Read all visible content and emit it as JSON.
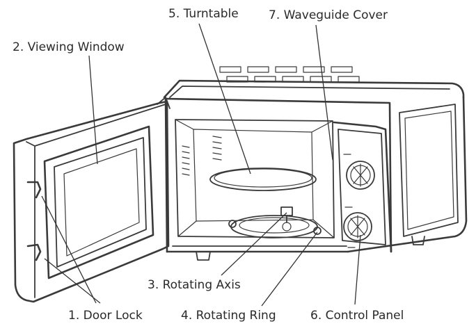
{
  "labels": {
    "door_lock": "1. Door Lock",
    "viewing_window": "2. Viewing Window",
    "rotating_axis": "3. Rotating Axis",
    "rotating_ring": "4. Rotating Ring",
    "turntable": "5. Turntable",
    "control_panel": "6. Control Panel",
    "waveguide_cover": "7. Waveguide Cover"
  }
}
